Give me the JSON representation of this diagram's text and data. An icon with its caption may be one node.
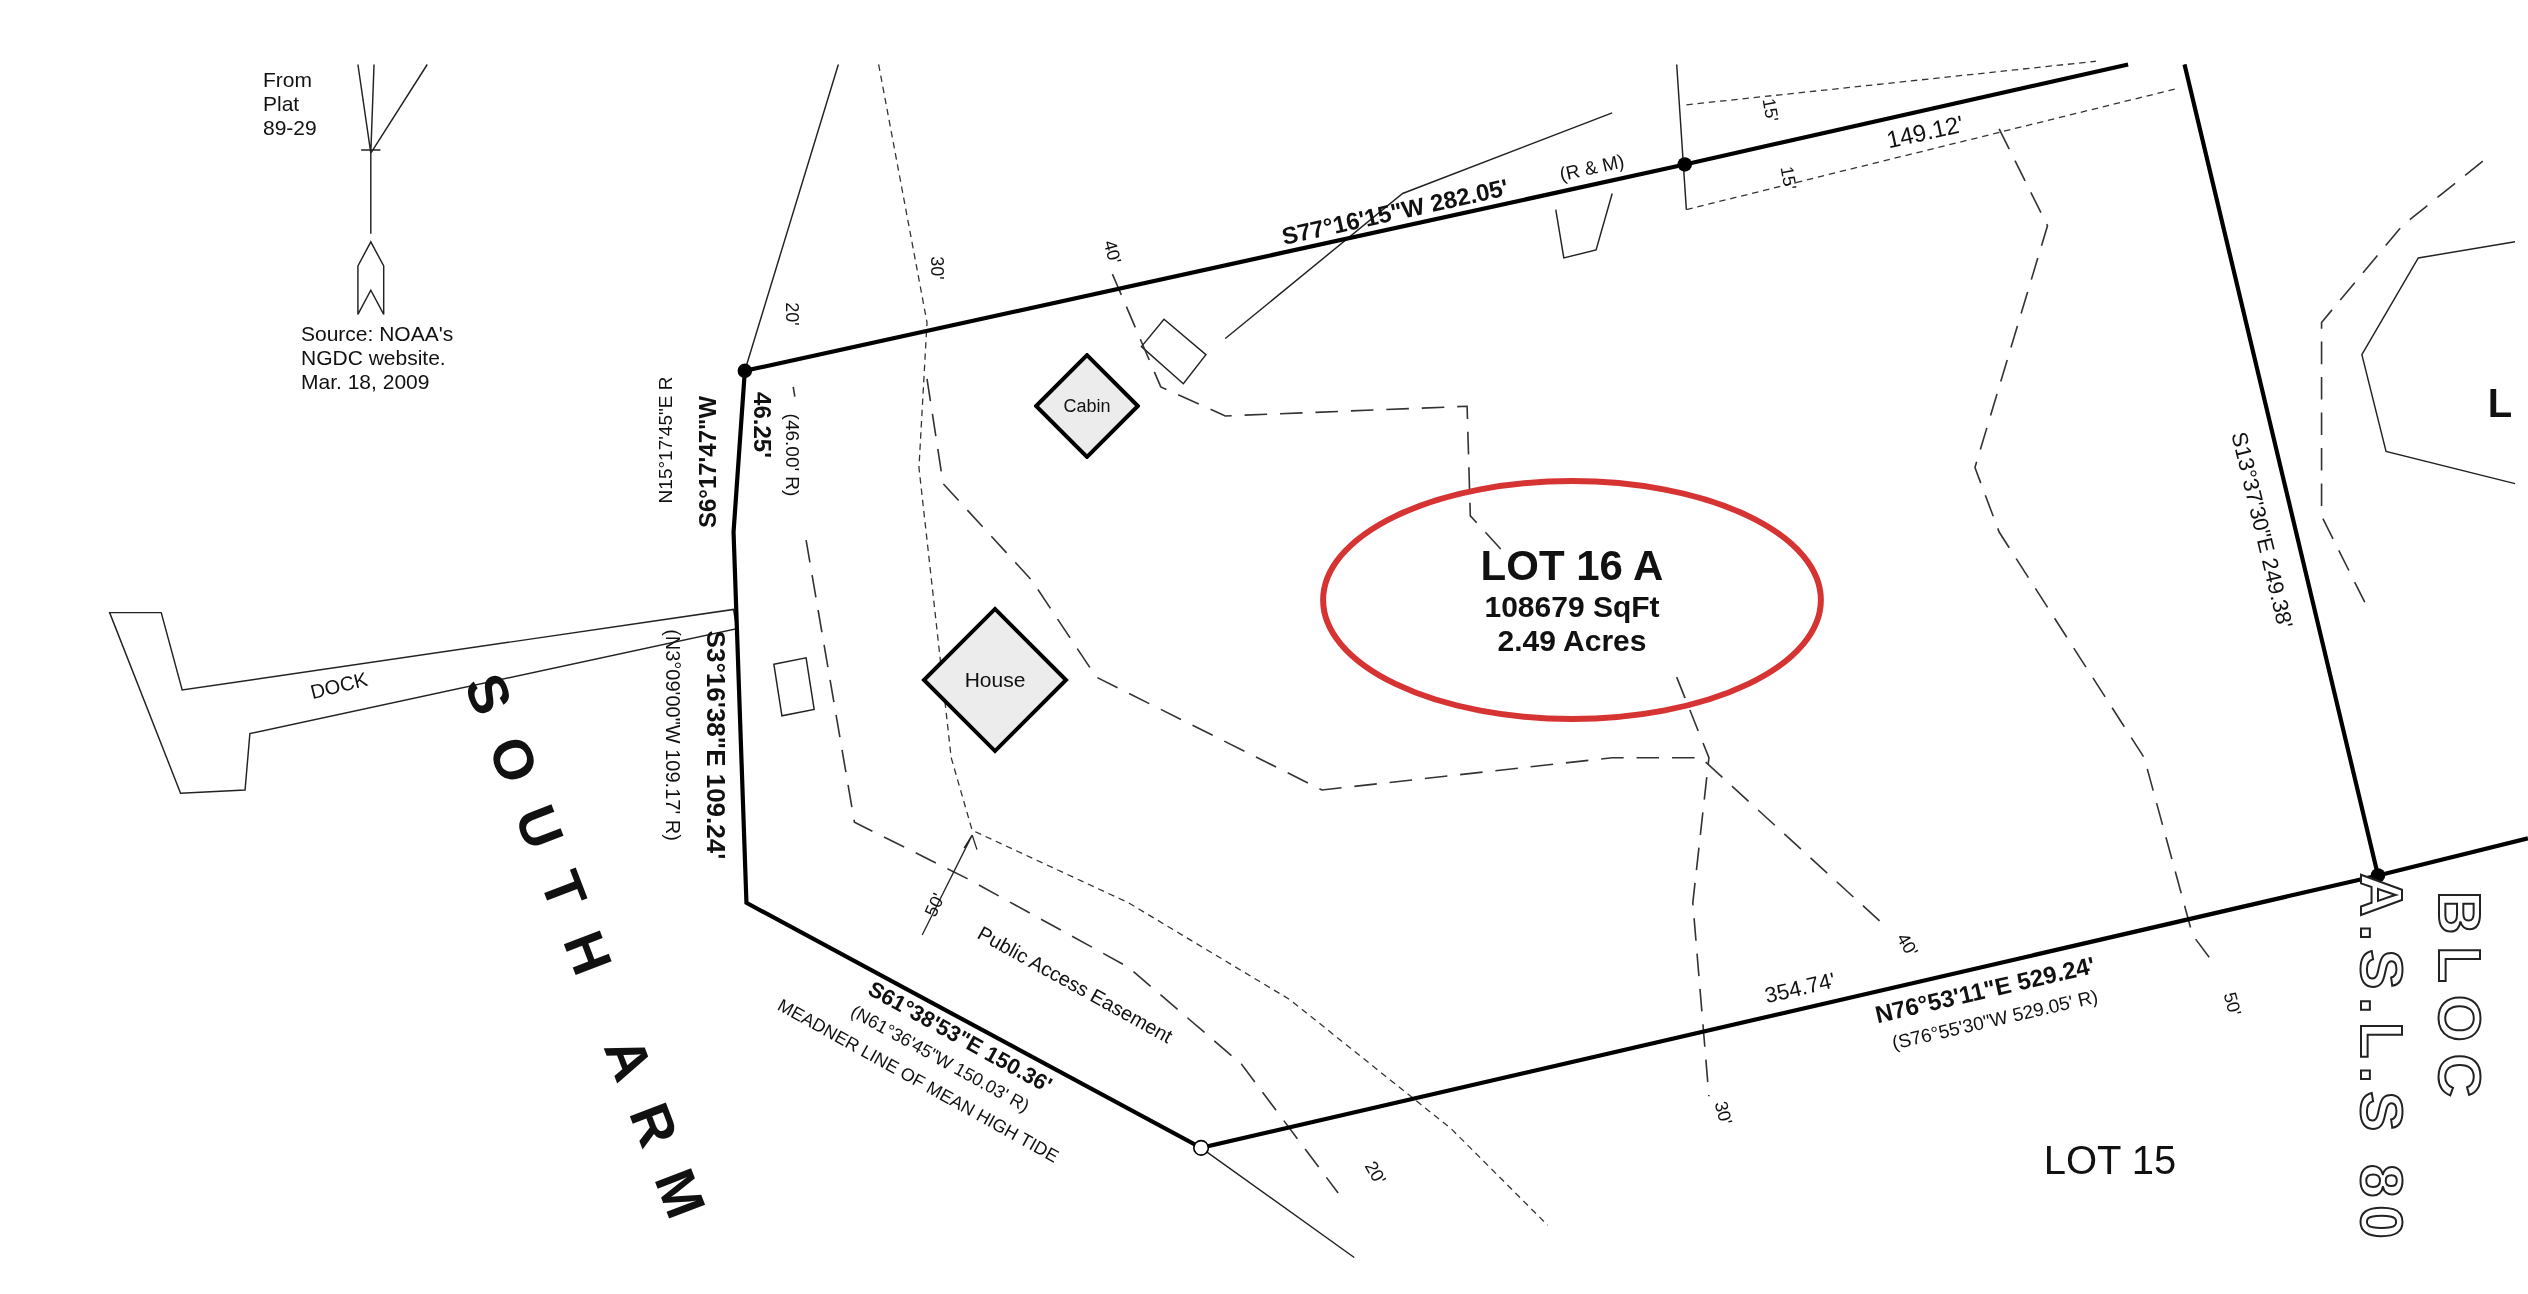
{
  "diagram": {
    "nodes": [
      {
        "text": [
          "Cabin"
        ]
      },
      {
        "text": [
          "LOT 16 A",
          "108679 SqFt",
          "2.49 Acres"
        ]
      },
      {
        "text": [
          "House"
        ]
      }
    ],
    "labels": [
      "From Plat 89-29",
      "Source: NOAA's NGDC website. Mar. 18, 2009",
      "S77°16'15\"W 282.05'",
      "(R & M)",
      "15'",
      "149.12'",
      "15'",
      "40'",
      "30'",
      "20'",
      "N15°17'45\"E R",
      "S6°17'47\"W",
      "46.25'",
      "(46.00' R)",
      "L",
      "S13°37'30\"E 249.38'",
      "DOCK",
      "S3°16'38\"E 109.24'",
      "(N3°09'00\"W 109.17' R)",
      "SOUTH ARM",
      "50'",
      "Public Access Easement",
      "S61°38'53\"E 150.36'",
      "(N61°36'45\"W 150.03' R)",
      "MEADNER LINE OF MEAN HIGH TIDE",
      "354.74'",
      "N76°53'11\"E 529.24'",
      "(S76°55'30\"W 529.05' R)",
      "40'",
      "50'",
      "BLOC",
      "A.S.L.S 80",
      "30'",
      "LOT 15",
      "20'"
    ]
  }
}
